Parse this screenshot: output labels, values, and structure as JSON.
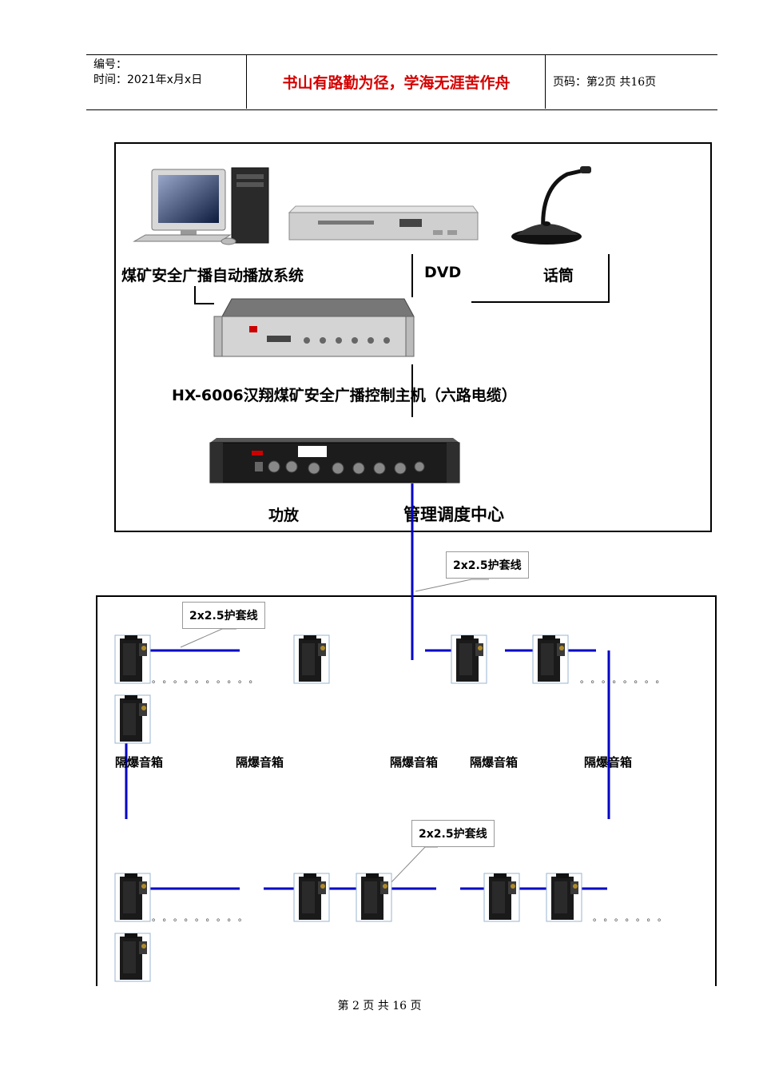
{
  "header": {
    "code_label": "编号：",
    "time_label": "时间：2021年x月x日",
    "motto": "书山有路勤为径，学海无涯苦作舟",
    "page_code": "页码：第2页  共16页"
  },
  "control_room": {
    "system_label": "煤矿安全广播自动播放系统",
    "dvd_label": "DVD",
    "mic_label": "话筒",
    "host_label": "HX-6006汉翔煤矿安全广播控制主机（六路电缆）",
    "amp_label": "功放",
    "center_label": "管理调度中心"
  },
  "cables": {
    "callout_1": "2x2.5护套线",
    "callout_2": "2x2.5护套线",
    "callout_3": "2x2.5护套线"
  },
  "speakers": {
    "label_1": "隔爆音箱",
    "label_2": "隔爆音箱",
    "label_3": "隔爆音箱",
    "label_4": "隔爆音箱",
    "label_5": "隔爆音箱"
  },
  "dots": {
    "row1_left": "。。。。。。。。。。",
    "row1_right": "。。。。。。。。",
    "row2_left": "。。。。。。。。。",
    "row2_right": "。。。。。。。"
  },
  "footer": {
    "text": "第 2 页 共 16 页"
  },
  "colors": {
    "cable": "#0000c8",
    "motto": "#d40000"
  },
  "icons": [
    "computer-icon",
    "dvd-player-icon",
    "microphone-icon",
    "broadcast-host-icon",
    "amplifier-icon",
    "explosion-proof-speaker-icon"
  ]
}
